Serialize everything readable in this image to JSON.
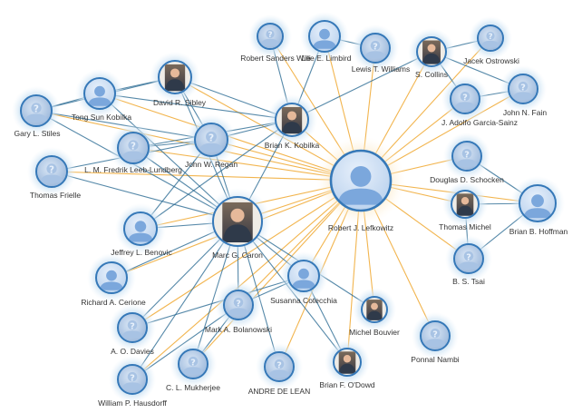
{
  "center": {
    "id": "lefkowitz",
    "label": "Robert J. Lefkowitz"
  },
  "colors": {
    "center_edge": "#f0a830",
    "edge": "#2c6c94",
    "ring": "#3578b8",
    "halo": "#bcd9ef",
    "avatar_fill": "#7ba7dc",
    "avatar_bg": "#c9ddf2",
    "unknown_fill": "#a8c3e4",
    "unknown_mark": "#e8f1fb"
  },
  "nodes": [
    {
      "id": "lefkowitz",
      "label": "Robert J. Lefkowitz",
      "kind": "avatar"
    },
    {
      "id": "caron",
      "label": "Marc G. Caron",
      "kind": "photo"
    },
    {
      "id": "sibley",
      "label": "David R. Sibley",
      "kind": "photo"
    },
    {
      "id": "kobilka",
      "label": "Brian K. Kobilka",
      "kind": "photo"
    },
    {
      "id": "collins",
      "label": "S. Collins",
      "kind": "photo"
    },
    {
      "id": "michel",
      "label": "Thomas Michel",
      "kind": "photo"
    },
    {
      "id": "bouvier",
      "label": "Michel Bouvier",
      "kind": "photo"
    },
    {
      "id": "odowd",
      "label": "Brian F. O'Dowd",
      "kind": "photo"
    },
    {
      "id": "willi",
      "label": "Robert Sanders Willi",
      "kind": "unknown"
    },
    {
      "id": "limbird",
      "label": "Lee E. Limbird",
      "kind": "avatar"
    },
    {
      "id": "williams",
      "label": "Lewis T. Williams",
      "kind": "unknown"
    },
    {
      "id": "ostrowski",
      "label": "Jacek Ostrowski",
      "kind": "unknown"
    },
    {
      "id": "fain",
      "label": "John N. Fain",
      "kind": "unknown"
    },
    {
      "id": "garcia",
      "label": "J. Adolfo Garcia-Sainz",
      "kind": "unknown"
    },
    {
      "id": "schocken",
      "label": "Douglas D. Schocken",
      "kind": "unknown"
    },
    {
      "id": "hoffman",
      "label": "Brian B. Hoffman",
      "kind": "avatar"
    },
    {
      "id": "tsai",
      "label": "B. S. Tsai",
      "kind": "unknown"
    },
    {
      "id": "nambi",
      "label": "Ponnal Nambi",
      "kind": "unknown"
    },
    {
      "id": "delean",
      "label": "ANDRE DE LEAN",
      "kind": "unknown"
    },
    {
      "id": "cotecchia",
      "label": "Susanna Cotecchia",
      "kind": "avatar"
    },
    {
      "id": "bolanowski",
      "label": "Mark A. Bolanowski",
      "kind": "unknown"
    },
    {
      "id": "mukherjee",
      "label": "C. L. Mukherjee",
      "kind": "unknown"
    },
    {
      "id": "hausdorff",
      "label": "William P. Hausdorff",
      "kind": "unknown"
    },
    {
      "id": "davies",
      "label": "A. O. Davies",
      "kind": "unknown"
    },
    {
      "id": "cerione",
      "label": "Richard A. Cerione",
      "kind": "avatar"
    },
    {
      "id": "benovic",
      "label": "Jeffrey L. Benovic",
      "kind": "avatar"
    },
    {
      "id": "frielle",
      "label": "Thomas Frielle",
      "kind": "unknown"
    },
    {
      "id": "stiles",
      "label": "Gary L. Stiles",
      "kind": "unknown"
    },
    {
      "id": "tongsun",
      "label": "Tong Sun Kobilka",
      "kind": "avatar"
    },
    {
      "id": "leeb",
      "label": "L. M. Fredrik Leeb-Lundberg",
      "kind": "unknown"
    },
    {
      "id": "regan",
      "label": "John W. Regan",
      "kind": "unknown"
    }
  ],
  "edges": [
    [
      "lefkowitz",
      "caron"
    ],
    [
      "lefkowitz",
      "sibley"
    ],
    [
      "lefkowitz",
      "kobilka"
    ],
    [
      "lefkowitz",
      "collins"
    ],
    [
      "lefkowitz",
      "michel"
    ],
    [
      "lefkowitz",
      "bouvier"
    ],
    [
      "lefkowitz",
      "odowd"
    ],
    [
      "lefkowitz",
      "willi"
    ],
    [
      "lefkowitz",
      "limbird"
    ],
    [
      "lefkowitz",
      "williams"
    ],
    [
      "lefkowitz",
      "ostrowski"
    ],
    [
      "lefkowitz",
      "fain"
    ],
    [
      "lefkowitz",
      "garcia"
    ],
    [
      "lefkowitz",
      "schocken"
    ],
    [
      "lefkowitz",
      "hoffman"
    ],
    [
      "lefkowitz",
      "tsai"
    ],
    [
      "lefkowitz",
      "nambi"
    ],
    [
      "lefkowitz",
      "delean"
    ],
    [
      "lefkowitz",
      "cotecchia"
    ],
    [
      "lefkowitz",
      "bolanowski"
    ],
    [
      "lefkowitz",
      "mukherjee"
    ],
    [
      "lefkowitz",
      "hausdorff"
    ],
    [
      "lefkowitz",
      "davies"
    ],
    [
      "lefkowitz",
      "cerione"
    ],
    [
      "lefkowitz",
      "benovic"
    ],
    [
      "lefkowitz",
      "frielle"
    ],
    [
      "lefkowitz",
      "stiles"
    ],
    [
      "lefkowitz",
      "tongsun"
    ],
    [
      "lefkowitz",
      "leeb"
    ],
    [
      "lefkowitz",
      "regan"
    ],
    [
      "caron",
      "stiles"
    ],
    [
      "caron",
      "frielle"
    ],
    [
      "caron",
      "leeb"
    ],
    [
      "caron",
      "regan"
    ],
    [
      "caron",
      "sibley"
    ],
    [
      "caron",
      "kobilka"
    ],
    [
      "caron",
      "benovic"
    ],
    [
      "caron",
      "cerione"
    ],
    [
      "caron",
      "davies"
    ],
    [
      "caron",
      "hausdorff"
    ],
    [
      "caron",
      "mukherjee"
    ],
    [
      "caron",
      "bolanowski"
    ],
    [
      "caron",
      "delean"
    ],
    [
      "caron",
      "cotecchia"
    ],
    [
      "caron",
      "odowd"
    ],
    [
      "caron",
      "bouvier"
    ],
    [
      "caron",
      "tongsun"
    ],
    [
      "stiles",
      "tongsun"
    ],
    [
      "stiles",
      "regan"
    ],
    [
      "stiles",
      "sibley"
    ],
    [
      "tongsun",
      "sibley"
    ],
    [
      "tongsun",
      "kobilka"
    ],
    [
      "leeb",
      "kobilka"
    ],
    [
      "leeb",
      "regan"
    ],
    [
      "regan",
      "kobilka"
    ],
    [
      "regan",
      "sibley"
    ],
    [
      "benovic",
      "kobilka"
    ],
    [
      "benovic",
      "regan"
    ],
    [
      "frielle",
      "regan"
    ],
    [
      "cotecchia",
      "bolanowski"
    ],
    [
      "cotecchia",
      "odowd"
    ],
    [
      "cotecchia",
      "davies"
    ],
    [
      "bolanowski",
      "hausdorff"
    ],
    [
      "bolanowski",
      "mukherjee"
    ],
    [
      "kobilka",
      "sibley"
    ],
    [
      "kobilka",
      "collins"
    ],
    [
      "kobilka",
      "willi"
    ],
    [
      "kobilka",
      "limbird"
    ],
    [
      "collins",
      "ostrowski"
    ],
    [
      "collins",
      "fain"
    ],
    [
      "garcia",
      "fain"
    ],
    [
      "schocken",
      "hoffman"
    ],
    [
      "michel",
      "hoffman"
    ],
    [
      "hoffman",
      "tsai"
    ],
    [
      "michel",
      "tsai"
    ],
    [
      "limbird",
      "williams"
    ],
    [
      "garcia",
      "collins"
    ]
  ]
}
